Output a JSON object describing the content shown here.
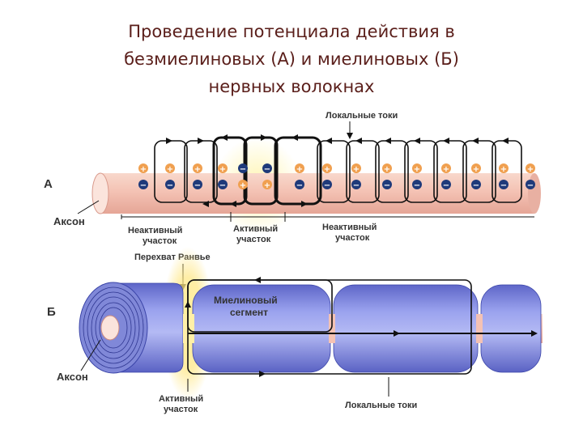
{
  "title": {
    "line1": "Проведение потенциала действия в",
    "line2": "безмиелиновых (А) и миелиновых  (Б)",
    "line3": "нервных волокнах"
  },
  "diagram": {
    "section_a": {
      "letter": "А",
      "axon_label": "Аксон",
      "local_currents_label": "Локальные токи",
      "inactive_left_line1": "Неактивный",
      "inactive_left_line2": "участок",
      "active_line1": "Активный",
      "active_line2": "участок",
      "inactive_right_line1": "Неактивный",
      "inactive_right_line2": "участок",
      "plus_symbol": "+",
      "minus_symbol": "−"
    },
    "section_b": {
      "letter": "Б",
      "node_label": "Перехват Ранвье",
      "segment_line1": "Миелиновый",
      "segment_line2": "сегмент",
      "axon_label": "Аксон",
      "active_line1": "Активный",
      "active_line2": "участок",
      "local_currents_label": "Локальные токи"
    }
  },
  "colors": {
    "title": "#5a1e1a",
    "axon": "#f4c2b4",
    "myelin": "#7d86e0",
    "plus": "#f0a050",
    "minus": "#1f3a7a",
    "active_glow": "#ffe680"
  }
}
